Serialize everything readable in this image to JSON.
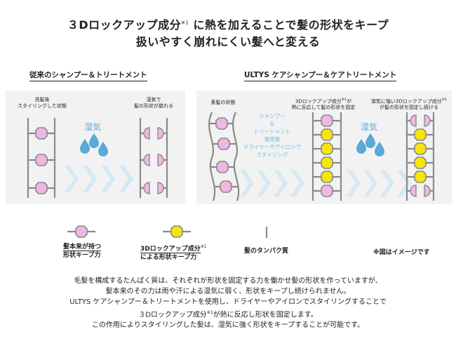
{
  "headline": {
    "line1_a": "３Dロックアップ成分",
    "line1_mark": "※1",
    "line1_b": "に熱を加えることで髪の形状をキープ",
    "line2": "扱いやすく崩れにくい髪へと変える"
  },
  "left_section": {
    "title": "従来のシャンプー＆トリートメント",
    "cap1_l1": "洗髪後",
    "cap1_l2": "スタイリングした状態",
    "cap2_l1": "湿気で",
    "cap2_l2": "髪の形状が崩れる",
    "humidity": "湿気"
  },
  "right_section": {
    "title": "ULTYS ケアシャンプー＆ケアトリートメント",
    "cap1": "素髪の状態",
    "cap2_l1a": "3Dロックアップ成分",
    "cap2_mark": "※1",
    "cap2_l1b": "が",
    "cap2_l2": "熱に反応して髪の形状を固定",
    "cap3_l1a": "湿気に強い3Dロックアップ成分",
    "cap3_mark": "※1",
    "cap3_l2": "が髪の形状を固定し続ける",
    "process": [
      "シャンプー",
      "&",
      "トリートメント",
      "使用後",
      "ドライヤーやアイロンで",
      "スタイリング"
    ],
    "humidity": "湿気"
  },
  "legend": {
    "item1_l1": "髪本来が持つ",
    "item1_l2": "形状キープ力",
    "item2_l1": "3Dロックアップ成分",
    "item2_mark": "※1",
    "item2_l2": "による形状キープ力",
    "item3": "髪のタンパク質",
    "note": "※図はイメージです"
  },
  "body": {
    "line1": "毛髪を構成するたんぱく質は、それぞれが形状を固定する力を働かせ髪の形状を作っていますが、",
    "line2": "髪本来のその力は雨や汗による湿気に弱く、形状をキープし続けられません。",
    "line3": "ULTYS ケアシャンプー＆トリートメントを使用し、ドライヤーやアイロンでスタイリングすることで",
    "line4a": "３Dロックアップ成分",
    "line4mark": "※1",
    "line4b": "が熱に反応し形状を固定します。",
    "line5": "この作用によりスタイリングした髪は、湿気に強く形状をキープすることが可能です。"
  },
  "colors": {
    "pink": "#efb7e4",
    "yellow": "#f5e60a",
    "gray_line": "#8a8a8a",
    "humidity_blue": "#5aa9d6",
    "chevron": "#d5e9f5"
  },
  "icons": [
    "water-drop-icon",
    "chevron-arrow-icon"
  ]
}
